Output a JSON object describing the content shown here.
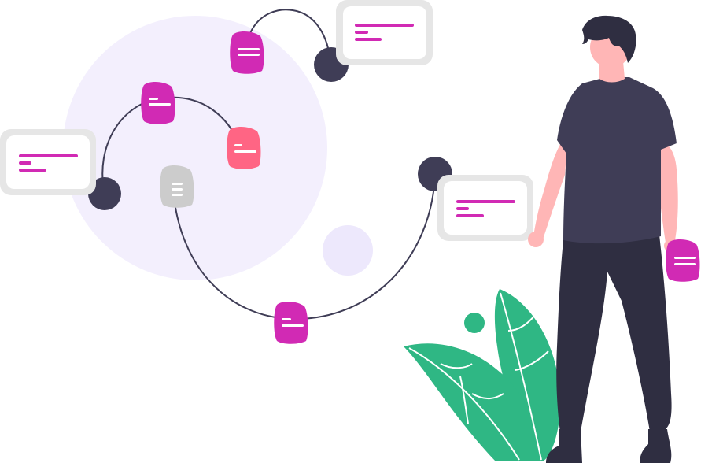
{
  "colors": {
    "background": "#ffffff",
    "big_circle": "#f3effd",
    "small_circle": "#ede8fc",
    "node": "#3f3d56",
    "line": "#3f3d56",
    "card_frame": "#e6e6e6",
    "card_inner": "#ffffff",
    "text_line": "#d12ab4",
    "doc_magenta": "#d12ab4",
    "doc_pink": "#ff6584",
    "doc_gray": "#cccccc",
    "plant_green": "#2fb784",
    "skin": "#ffb6b6",
    "hair": "#2f2e41",
    "shirt": "#3f3d56",
    "pants": "#2f2e41",
    "shoe": "#2f2e41"
  },
  "illustration": {
    "subject": "person-connecting-documents",
    "nodes": 3,
    "cards": 3,
    "documents": 6
  }
}
